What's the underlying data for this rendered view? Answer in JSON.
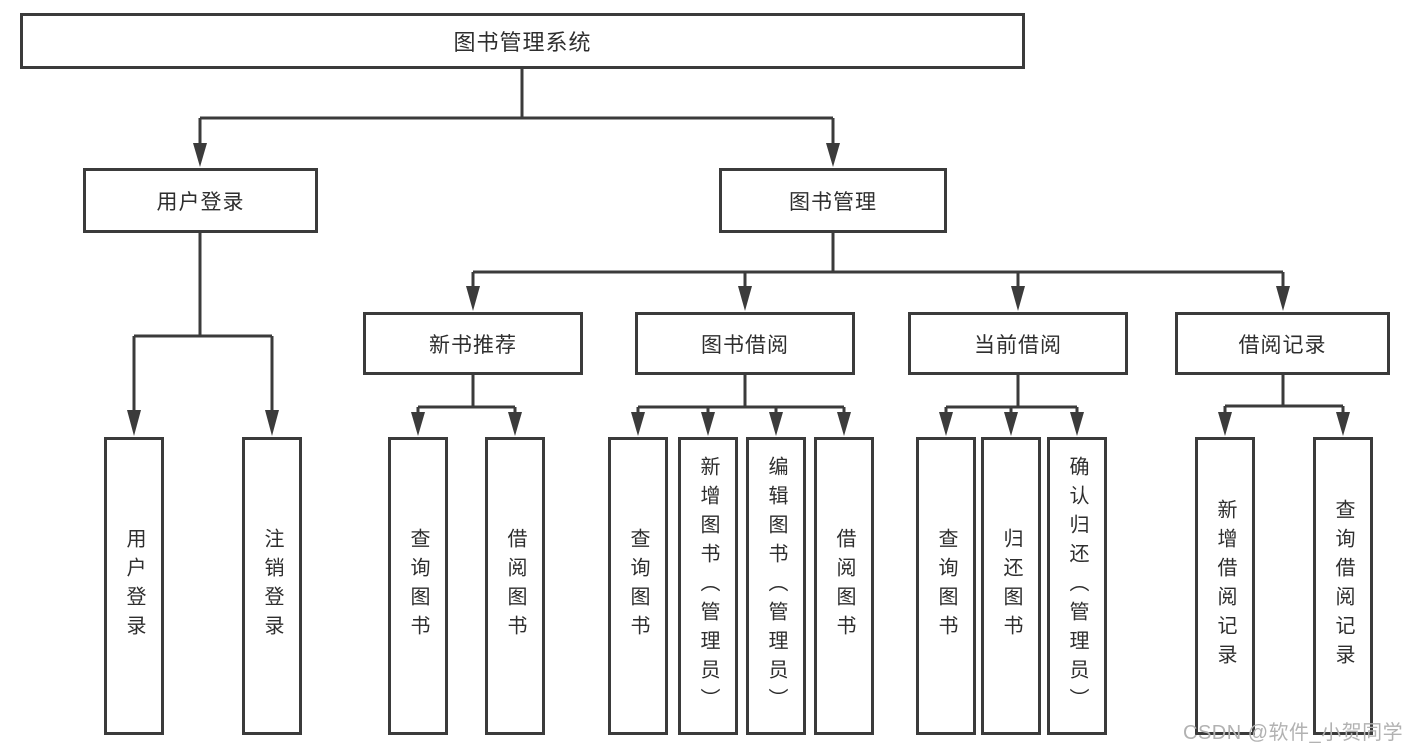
{
  "diagram": {
    "title": "图书管理系统",
    "nodes": {
      "root": {
        "label": "图书管理系统"
      },
      "user_login": {
        "label": "用户登录"
      },
      "book_mgmt": {
        "label": "图书管理"
      },
      "login": {
        "label": "用户登录"
      },
      "logout": {
        "label": "注销登录"
      },
      "new_book_rec": {
        "label": "新书推荐"
      },
      "book_borrow": {
        "label": "图书借阅"
      },
      "current_borrow": {
        "label": "当前借阅"
      },
      "borrow_records": {
        "label": "借阅记录"
      },
      "nb_query": {
        "label": "查询图书"
      },
      "nb_borrow": {
        "label": "借阅图书"
      },
      "bb_query": {
        "label": "查询图书"
      },
      "bb_add": {
        "label": "新增图书（管理员）"
      },
      "bb_edit": {
        "label": "编辑图书（管理员）"
      },
      "bb_borrow": {
        "label": "借阅图书"
      },
      "cb_query": {
        "label": "查询图书"
      },
      "cb_return": {
        "label": "归还图书"
      },
      "cb_confirm": {
        "label": "确认归还（管理员）"
      },
      "br_add": {
        "label": "新增借阅记录"
      },
      "br_query": {
        "label": "查询借阅记录"
      }
    },
    "hierarchy": {
      "图书管理系统": [
        "用户登录",
        "图书管理"
      ],
      "用户登录": [
        "用户登录",
        "注销登录"
      ],
      "图书管理": [
        "新书推荐",
        "图书借阅",
        "当前借阅",
        "借阅记录"
      ],
      "新书推荐": [
        "查询图书",
        "借阅图书"
      ],
      "图书借阅": [
        "查询图书",
        "新增图书（管理员）",
        "编辑图书（管理员）",
        "借阅图书"
      ],
      "当前借阅": [
        "查询图书",
        "归还图书",
        "确认归还（管理员）"
      ],
      "借阅记录": [
        "新增借阅记录",
        "查询借阅记录"
      ]
    },
    "colors": {
      "line": "#3b3b3b",
      "text": "#2e2e2e",
      "background": "#ffffff",
      "watermark": "#b2b2b2"
    }
  },
  "watermark": {
    "text": "CSDN @软件_小贺同学"
  }
}
